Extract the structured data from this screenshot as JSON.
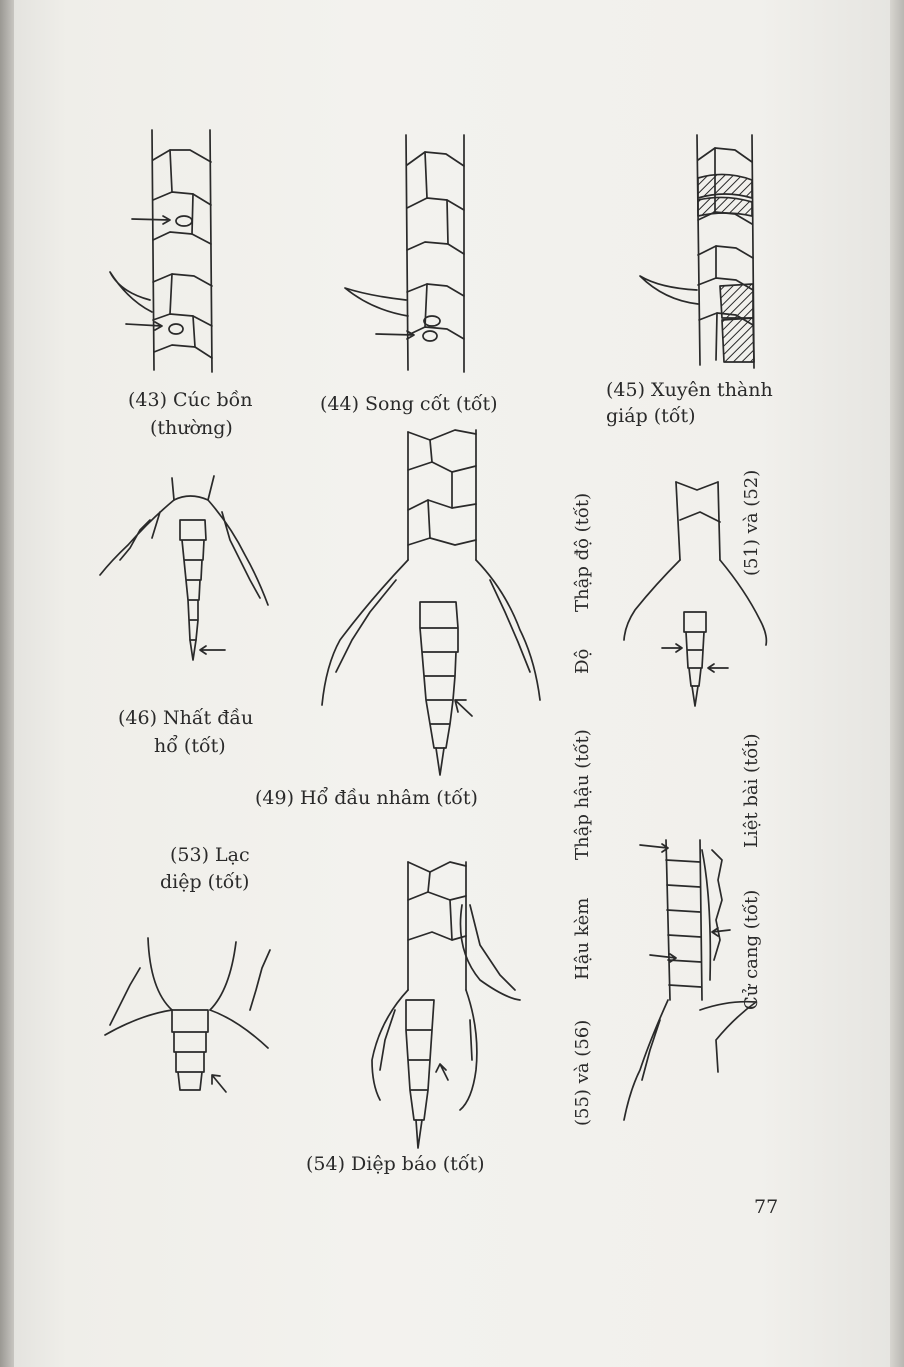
{
  "captions": {
    "c43_line1": "(43) Cúc bồn",
    "c43_line2": "(thường)",
    "c44": "(44) Song cốt (tốt)",
    "c45_line1": "(45) Xuyên thành",
    "c45_line2": "giáp (tốt)",
    "c46_line1": "(46) Nhất đầu",
    "c46_line2": "hổ (tốt)",
    "c49": "(49) Hổ đầu nhâm (tốt)",
    "c51_52": "(51) và (52)",
    "c53_line1": "(53) Lạc",
    "c53_line2": "diệp (tốt)",
    "c54": "(54) Diệp báo (tốt)",
    "vertical": {
      "thap_do": "Thập độ (tốt)",
      "do": "Độ",
      "thap_hau": "Thập hậu (tốt)",
      "hau_kem": "Hậu kèm",
      "c55_56": "(55) và (56)",
      "liet_bai": "Liệt bài (tốt)",
      "cu_cang": "Cử cang (tốt)"
    }
  },
  "page_number": "77"
}
